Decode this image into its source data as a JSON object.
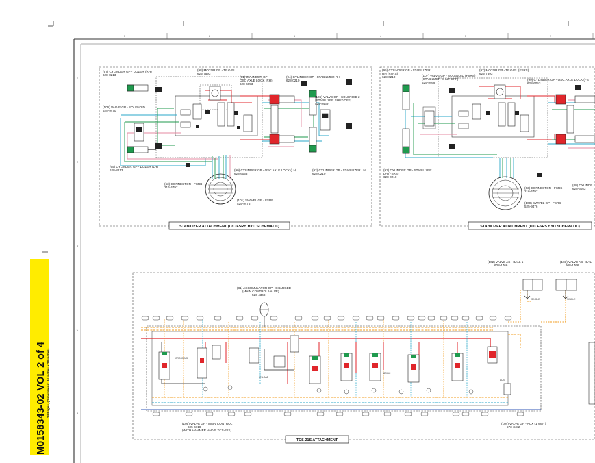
{
  "doc_id": "M0158343-02 VOL 2 of 4",
  "doc_sub": "24 Pages, (Dimensions: 34 inches x 28 inches)",
  "colors": {
    "yellow": "#ffec00",
    "red": "#e0262b",
    "green": "#1f9a4e",
    "cyan": "#2aa7c9",
    "orange": "#f29c1f",
    "blue": "#2f55b5",
    "pink": "#e48aa0"
  },
  "grid_cols": [
    "7",
    "6",
    "5",
    "4",
    "3",
    "2"
  ],
  "grid_rows": [
    "F",
    "E",
    "D",
    "C",
    "B"
  ],
  "panel_left": {
    "title": "STABILIZER ATTACHMENT (U/C FSRB HYD SCHEMATIC)",
    "labels": [
      "(97) CYLINDER GP - DOZER (RH)",
      "628-8213",
      "(98) MOTOR GP - TRAVEL",
      "625-7593",
      "(91) CYLINDER GP -",
      "OSC AXLE LOCK (RH)",
      "628-6053",
      "(94) CYLINDER GP - STABILIZER RH",
      "628-0210",
      "(106) VALVE GP - SOLENOID 2",
      "(STABILIZER SHUT-OFF)",
      "525-9469",
      "(106) VALVE GP - SOLENOID",
      "525-9470",
      "(65) CYLINDER GP - DOZER (LH)",
      "628-8213",
      "(90) CYLINDER GP - OSC AXLE LOCK (LH)",
      "628-6053",
      "(92) CYLINDER GP - STABILIZER LH",
      "628-0210",
      "(63) CONNECTOR - FSRB",
      "216-4797",
      "(101) SWIVEL GP - FSRB",
      "525-9476"
    ]
  },
  "panel_right": {
    "title": "STABILIZER ATTACHMENT (U/C FSRS HYD SCHEMATIC)",
    "labels": [
      "(95) CYLINDER GP - STABILIZER",
      "RH (FSRS)",
      "628-0210",
      "(107) VALVE GP - SOLENOID (FSRS)",
      "(STABILIZER SHUT-OFF)",
      "525-9469",
      "(97) MOTOR GP - TRAVEL (FSRS)",
      "625-7593",
      "(99) CYLINDER GP - OSC AXLE LOCK (FS",
      "628-6053",
      "(93) CYLINDER GP - STABILIZER",
      "LH (FSRS)",
      "628-0210",
      "(63) CONNECTOR - FSRS",
      "216-4797",
      "(100) SWIVEL GP - FSRS",
      "525-9476",
      "(88) CYLINDE",
      "628-6053"
    ]
  },
  "panel_bottom": {
    "title": "TCS-21S ATTACHMENT",
    "labels": [
      "(81) ACCUMULATOR GP - CHARGED",
      "(MAIN CONTROL VALVE)",
      "526-4368",
      "(102) VALVE AS - BALL 1",
      "608-1766",
      "(103) VALVE AS - BAL",
      "608-1766",
      "(105) VALVE GP - MAIN CONTROL",
      "605-6718",
      "(WITH HAMMER VALVE TCS-21S)",
      "(104) VALVE GP - AUX (1 WAY)",
      "573-3482",
      "SINGLE",
      "SINGLE",
      "UNLOAD",
      "CROSSING",
      "AUX",
      "BOOM"
    ]
  }
}
